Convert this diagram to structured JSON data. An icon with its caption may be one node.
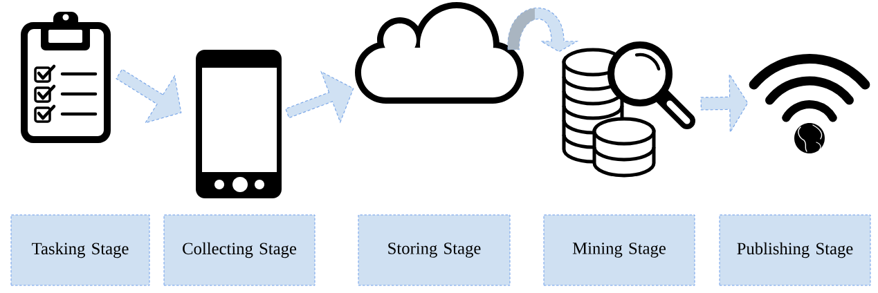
{
  "diagram": {
    "nodes": [
      {
        "text": [],
        "shape": "picture"
      },
      {
        "text": [],
        "shape": "picture"
      },
      {
        "text": [],
        "shape": "picture"
      },
      {
        "text": [],
        "shape": "picture"
      },
      {
        "text": [],
        "shape": "picture"
      },
      {
        "text": [
          "Tasking Stage"
        ]
      },
      {
        "text": [
          "Collecting Stage"
        ]
      },
      {
        "text": [
          "Storing Stage"
        ]
      },
      {
        "text": [
          "Mining Stage"
        ]
      },
      {
        "text": [
          "Publishing Stage"
        ]
      }
    ],
    "edges": [
      {
        "from": 0,
        "to": 1,
        "arrow": "to"
      },
      {
        "from": 1,
        "to": 2,
        "arrow": "to"
      },
      {
        "from": 2,
        "to": 3,
        "arrow": "to"
      },
      {
        "from": 3,
        "to": 4,
        "arrow": "to"
      }
    ]
  }
}
